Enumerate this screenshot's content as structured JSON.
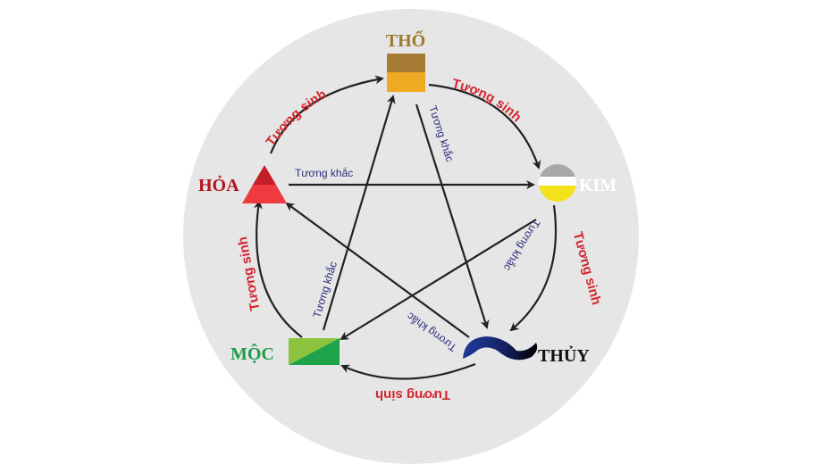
{
  "elements": {
    "tho": {
      "label": "THỔ",
      "color": "#9c7a2a"
    },
    "kim": {
      "label": "KIM",
      "color": "#ffffff"
    },
    "thuy": {
      "label": "THỦY",
      "color": "#111111"
    },
    "moc": {
      "label": "MỘC",
      "color": "#1f9a4a"
    },
    "hoa": {
      "label": "HỎA",
      "color": "#b5121b"
    }
  },
  "relations": {
    "generating_label": "Tương sinh",
    "overcoming_label": "Tương khắc",
    "generating_color": "#d5262e",
    "overcoming_color": "#2a2f7a"
  },
  "background_color": "#e6e6e7"
}
